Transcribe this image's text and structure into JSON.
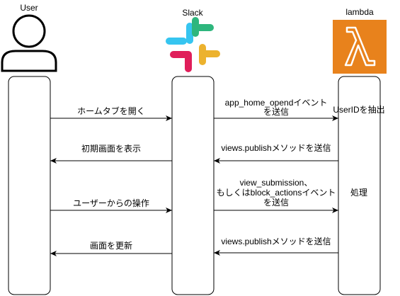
{
  "actors": {
    "user": {
      "label": "User",
      "icon": "user-person-icon"
    },
    "slack": {
      "label": "Slack",
      "icon": "slack-logo-icon"
    },
    "lambda": {
      "label": "lambda",
      "icon": "aws-lambda-icon",
      "color": "#E8821C"
    }
  },
  "messages": [
    {
      "from": "user",
      "to": "slack",
      "lines": [
        "ホームタブを開く"
      ]
    },
    {
      "from": "slack",
      "to": "user",
      "lines": [
        "初期画面を表示"
      ]
    },
    {
      "from": "user",
      "to": "slack",
      "lines": [
        "ユーザーからの操作"
      ]
    },
    {
      "from": "slack",
      "to": "user",
      "lines": [
        "画面を更新"
      ]
    },
    {
      "from": "slack",
      "to": "lambda",
      "lines": [
        "app_home_opendイベント",
        "を送信"
      ]
    },
    {
      "from": "lambda",
      "to": "slack",
      "lines": [
        "views.publishメソッドを送信"
      ]
    },
    {
      "from": "slack",
      "to": "lambda",
      "lines": [
        "view_submission、",
        "もしくはblock_actionsイベント",
        "を送信"
      ]
    },
    {
      "from": "lambda",
      "to": "slack",
      "lines": [
        "views.publishメソッドを送信"
      ]
    }
  ],
  "lambda_notes": {
    "extract": "UserIDを抽出",
    "process": "処理"
  }
}
